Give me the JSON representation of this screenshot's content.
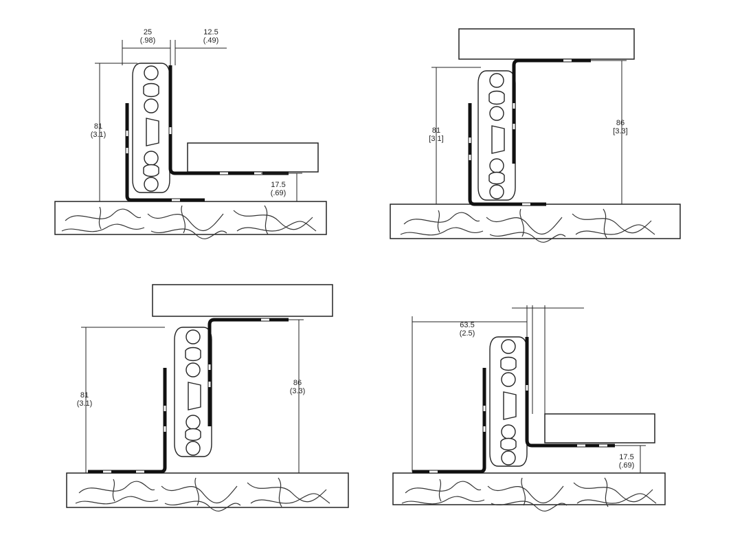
{
  "colors": {
    "line": "#222222",
    "background": "#ffffff"
  },
  "panels": [
    {
      "id": "top-left",
      "dims": {
        "width_top": {
          "value": "25",
          "inch": "(.98)"
        },
        "gap_top": {
          "value": "12.5",
          "inch": "(.49)"
        },
        "height_left": {
          "value": "81",
          "inch": "(3.1)"
        },
        "offset_bottom": {
          "value": "17.5",
          "inch": "(.69)"
        }
      }
    },
    {
      "id": "top-right",
      "dims": {
        "height_left": {
          "value": "81",
          "inch": "[3.1]"
        },
        "height_right": {
          "value": "86",
          "inch": "[3.3]"
        }
      }
    },
    {
      "id": "bottom-left",
      "dims": {
        "height_left": {
          "value": "81",
          "inch": "(3.1)"
        },
        "height_right": {
          "value": "86",
          "inch": "(3.3)"
        }
      }
    },
    {
      "id": "bottom-right",
      "dims": {
        "width_top": {
          "value": "63.5",
          "inch": "(2.5)"
        },
        "offset_bottom": {
          "value": "17.5",
          "inch": "(.69)"
        }
      }
    }
  ]
}
